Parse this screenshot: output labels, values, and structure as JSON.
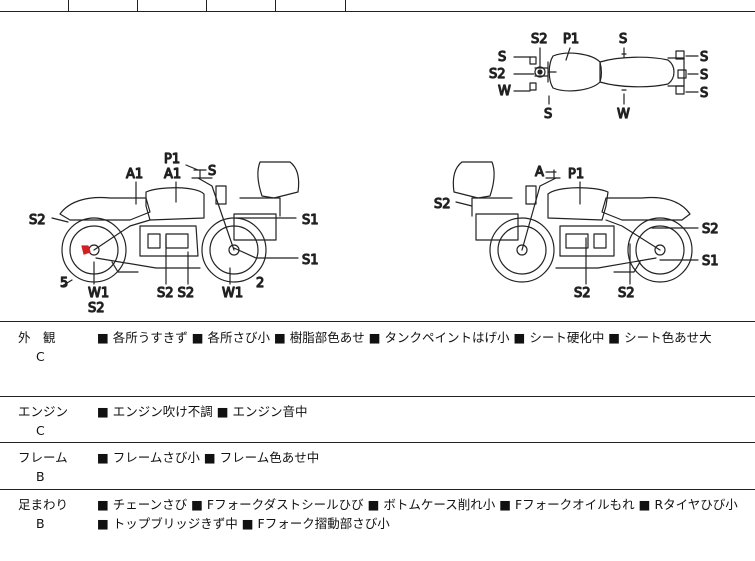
{
  "diagram": {
    "top_view": {
      "p1": "P1",
      "s2_top": "S2",
      "s_top_right": "S",
      "left": [
        "S",
        "S2",
        "W"
      ],
      "bottom_left": "S",
      "bottom_right": "W",
      "right": [
        "S",
        "S",
        "S"
      ]
    },
    "left_view": {
      "p1": "P1",
      "a1_upper": "A1",
      "s_top": "S",
      "a1_left": "A1",
      "s2_left": "S2",
      "s1_right_upper": "S1",
      "s1_right_lower": "S1",
      "num_5": "5",
      "w1_left": "W1",
      "s2_below_w1": "S2",
      "s2_s2": "S2 S2",
      "w1_right": "W1",
      "num_2": "2"
    },
    "right_view": {
      "a": "A",
      "p1": "P1",
      "s2_left": "S2",
      "s2_right": "S2",
      "s1_right": "S1",
      "s2_bottom_left": "S2",
      "s2_bottom_right": "S2"
    }
  },
  "rows": [
    {
      "category": "外　観",
      "grade": "C",
      "text": "■ 各所うすきず ■ 各所さび小 ■ 樹脂部色あせ ■ タンクペイントはげ小 ■ シート硬化中 ■ シート色あせ大"
    },
    {
      "category": "エンジン",
      "grade": "C",
      "text": "■ エンジン吹け不調 ■ エンジン音中"
    },
    {
      "category": "フレーム",
      "grade": "B",
      "text": "■ フレームさび小 ■ フレーム色あせ中"
    },
    {
      "category": "足まわり",
      "grade": "B",
      "text": "■ チェーンさび ■ Fフォークダストシールひび ■ ボトムケース削れ小 ■ Fフォークオイルもれ ■ Rタイヤひび小 ■ トップブリッジきず中 ■ Fフォーク摺動部さび小"
    }
  ]
}
